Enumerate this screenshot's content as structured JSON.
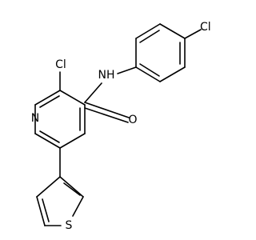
{
  "molecule": {
    "atoms": {
      "cl_aryl": "Cl",
      "nh": "NH",
      "cl_pyridine": "Cl",
      "n_pyridine": "N",
      "o_carbonyl": "O",
      "s_thiophene": "S"
    }
  }
}
